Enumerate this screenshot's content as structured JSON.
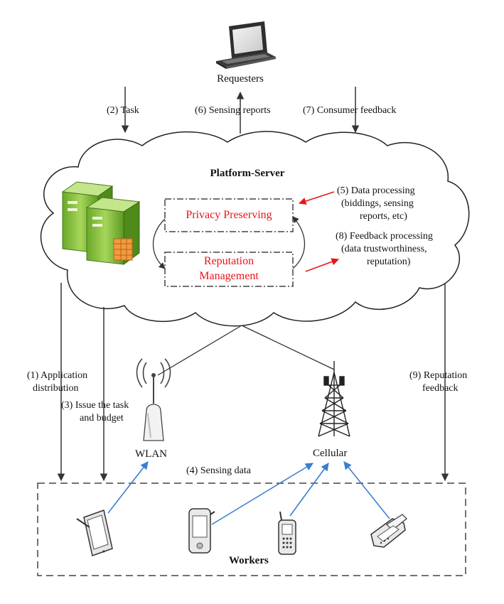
{
  "requesters": {
    "label": "Requesters"
  },
  "platform": {
    "title": "Platform-Server"
  },
  "modules": {
    "privacy": "Privacy Preserving",
    "reputation_line1": "Reputation",
    "reputation_line2": "Management"
  },
  "steps": {
    "task": "(2) Task",
    "sensing_reports": "(6) Sensing reports",
    "consumer_feedback": "(7) Consumer feedback",
    "data_processing_l1": "(5) Data processing",
    "data_processing_l2": "(biddings, sensing",
    "data_processing_l3": "reports, etc)",
    "feedback_processing_l1": "(8) Feedback processing",
    "feedback_processing_l2": "(data trustworthiness,",
    "feedback_processing_l3": "reputation)",
    "app_distribution_l1": "(1) Application",
    "app_distribution_l2": "distribution",
    "issue_task_l1": "(3) Issue the task",
    "issue_task_l2": "and budget",
    "sensing_data": "(4) Sensing data",
    "reputation_feedback_l1": "(9) Reputation",
    "reputation_feedback_l2": "feedback"
  },
  "networks": {
    "wlan": "WLAN",
    "cellular": "Cellular"
  },
  "workers": {
    "label": "Workers"
  },
  "colors": {
    "red_text": "#e8141a",
    "red_arrow": "#e8141a",
    "blue_arrow": "#3a7fd0",
    "server_green": "#8cc63f"
  },
  "icons": [
    "laptop-icon",
    "server-icon",
    "wifi-antenna-icon",
    "cell-tower-icon",
    "tablet-icon",
    "pda-icon",
    "feature-phone-icon",
    "flip-phone-icon"
  ]
}
